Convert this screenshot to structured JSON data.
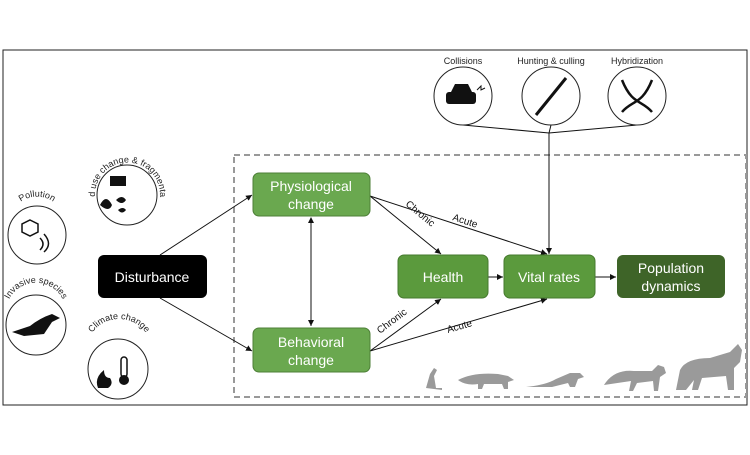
{
  "nodes": {
    "disturbance": "Disturbance",
    "physiological": [
      "Physiological",
      "change"
    ],
    "behavioral": [
      "Behavioral",
      "change"
    ],
    "health": "Health",
    "vital_rates": "Vital rates",
    "population": [
      "Population",
      "dynamics"
    ]
  },
  "edge_labels": {
    "physio_health": "Chronic",
    "physio_vital": "Acute",
    "behav_health": "Chronic",
    "behav_vital": "Acute"
  },
  "disturbance_types": {
    "pollution": "Pollution",
    "land_use": "Land use change & fragmentation",
    "invasive": "Invasive species",
    "climate": "Climate change"
  },
  "direct_threats": {
    "collisions": "Collisions",
    "hunting": "Hunting & culling",
    "hybridization": "Hybridization"
  },
  "colors": {
    "disturbance": "#000000",
    "physio_behav": "#6aa84f",
    "health_vital": "#5b9a3d",
    "population": "#3e6428",
    "silhouettes": "#9a9a9a",
    "dashed_border": "#999999"
  }
}
